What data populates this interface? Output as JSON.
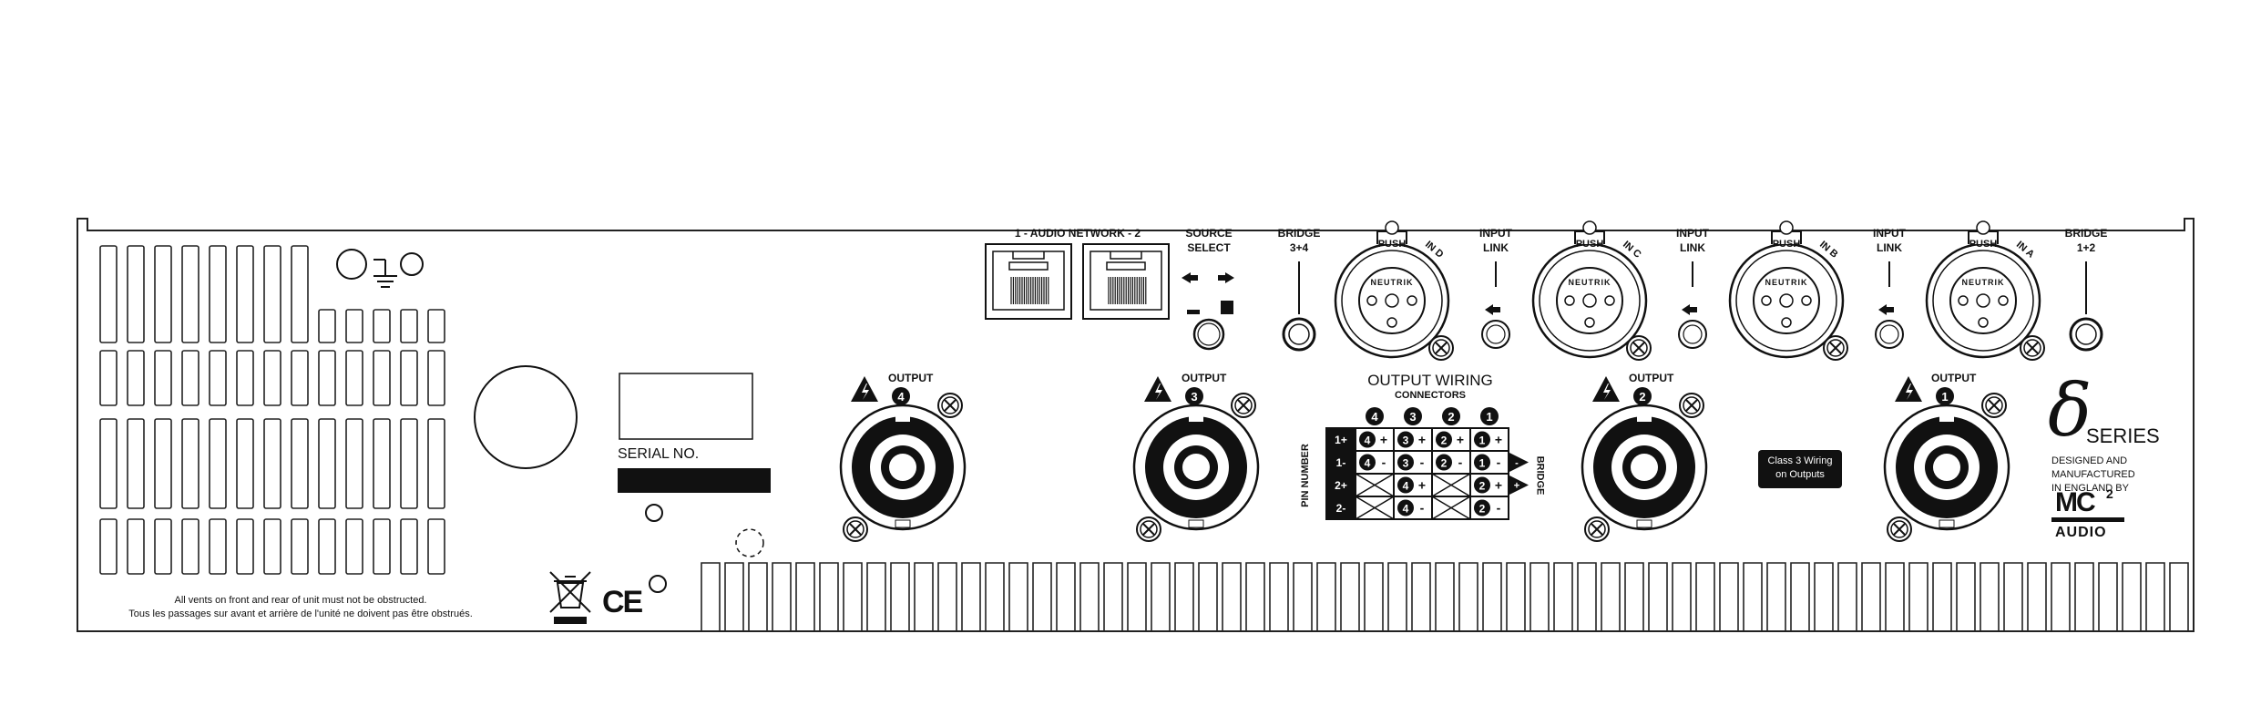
{
  "panel": {
    "audio_network_label": "1 - AUDIO NETWORK - 2",
    "source_select": [
      "SOURCE",
      "SELECT"
    ],
    "bridge_34": [
      "BRIDGE",
      "3+4"
    ],
    "bridge_12": [
      "BRIDGE",
      "1+2"
    ],
    "input_link": [
      "INPUT",
      "LINK"
    ],
    "push_label": "PUSH",
    "xlr_brand": "NEUTRIK",
    "inputs": [
      "IN D",
      "IN C",
      "IN B",
      "IN A"
    ],
    "output_label": "OUTPUT",
    "outputs": [
      "4",
      "3",
      "2",
      "1"
    ],
    "serial_label": "SERIAL NO.",
    "vent_warning_en": "All vents on front and rear of unit must not be obstructed.",
    "vent_warning_fr": "Tous les passages sur avant et arrière de l'unité ne doivent pas être obstrués.",
    "ce_mark": "CE",
    "class3_note": [
      "Class 3 Wiring",
      "on Outputs"
    ],
    "series_symbol": "δ",
    "series_label": "SERIES",
    "designed_by": [
      "DESIGNED AND",
      "MANUFACTURED",
      "IN ENGLAND BY"
    ],
    "brand_mc": "MC",
    "brand_sup": "2",
    "brand_audio": "AUDIO"
  },
  "output_wiring": {
    "title": "OUTPUT WIRING",
    "subtitle": "CONNECTORS",
    "pin_number_label": "PIN NUMBER",
    "bridge_label": "BRIDGE",
    "connectors": [
      "4",
      "3",
      "2",
      "1"
    ],
    "pins": [
      "1+",
      "1-",
      "2+",
      "2-"
    ],
    "bridge_marks": [
      "-",
      "+"
    ],
    "rows": [
      [
        "4+",
        "3+",
        "2+",
        "1+"
      ],
      [
        "4-",
        "3-",
        "2-",
        "1-"
      ],
      [
        "",
        "4+",
        "",
        "2+"
      ],
      [
        "",
        "4-",
        "",
        "2-"
      ]
    ]
  }
}
